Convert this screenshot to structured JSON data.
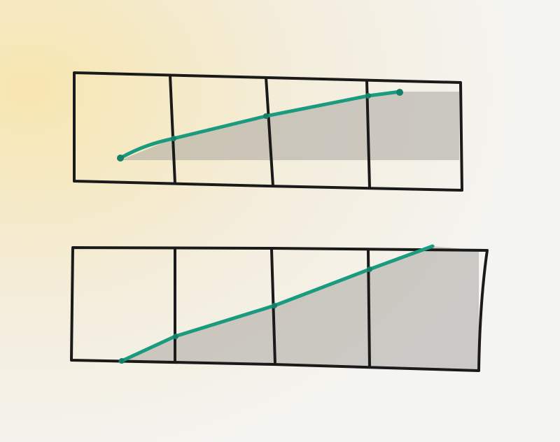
{
  "colors": {
    "marker_green": "#1a9a7e",
    "marker_black": "#1a1a1a",
    "shade": "#a9a6a0",
    "board_warm": "#f5e7b8",
    "board_cool": "#f2f2ee"
  },
  "panels": [
    {
      "id": "top",
      "columns": 4,
      "line_points": [
        [
          0.0,
          0.0
        ],
        [
          0.25,
          0.3
        ],
        [
          0.5,
          0.55
        ],
        [
          0.75,
          0.85
        ],
        [
          0.95,
          1.0
        ]
      ],
      "shaded_under_line": true
    },
    {
      "id": "bottom",
      "columns": 4,
      "line_points": [
        [
          0.0,
          0.0
        ],
        [
          0.25,
          0.25
        ],
        [
          0.5,
          0.5
        ],
        [
          0.75,
          0.75
        ],
        [
          1.0,
          1.0
        ]
      ],
      "shaded_under_line": true
    }
  ]
}
